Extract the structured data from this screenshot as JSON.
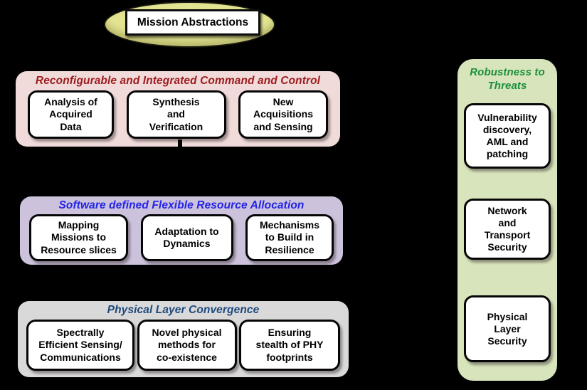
{
  "mission": {
    "label": "Mission Abstractions"
  },
  "panels": {
    "command_control": {
      "title": "Reconfigurable and Integrated Command and Control",
      "title_color": "#9E1B1E",
      "background": "#F0DBDA",
      "boxes": [
        "Analysis of\nAcquired\nData",
        "Synthesis\nand\nVerification",
        "New\nAcquisitions\nand Sensing"
      ]
    },
    "resource_allocation": {
      "title": "Software defined Flexible Resource Allocation",
      "title_color": "#2323E8",
      "background": "#CCC2DC",
      "boxes": [
        "Mapping\nMissions to\nResource slices",
        "Adaptation to\nDynamics",
        "Mechanisms\nto Build in\nResilience"
      ]
    },
    "physical_layer": {
      "title": "Physical Layer Convergence",
      "title_color": "#1F497D",
      "background": "#D9D9D9",
      "boxes": [
        "Spectrally\nEfficient Sensing/\nCommunications",
        "Novel physical\nmethods for\nco-existence",
        "Ensuring\nstealth of PHY\nfootprints"
      ]
    },
    "robustness": {
      "title": "Robustness to\nThreats",
      "title_color": "#1D8F3B",
      "background": "#D7E4BC",
      "boxes": [
        "Vulnerability\ndiscovery,\nAML and\npatching",
        "Network\nand\nTransport\nSecurity",
        "Physical\nLayer\nSecurity"
      ]
    }
  },
  "colors": {
    "canvas_background": "#000000",
    "ellipse_fill": "#E3E492",
    "node_fill": "#FFFFFF",
    "node_border": "#000000"
  }
}
